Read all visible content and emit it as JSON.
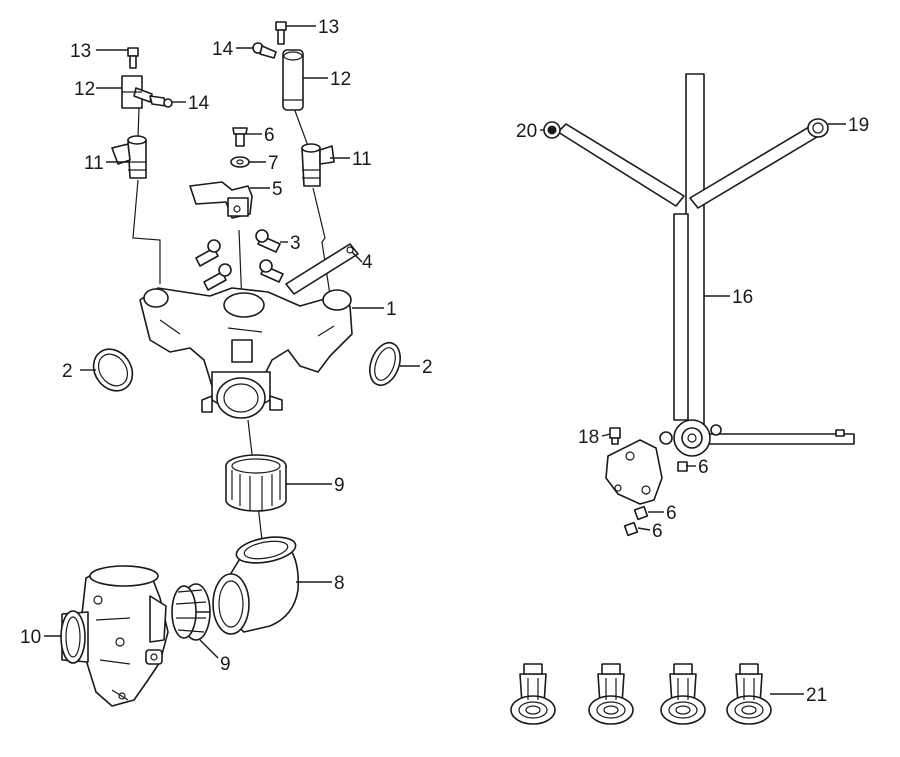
{
  "callouts": {
    "c1": "1",
    "c2_left": "2",
    "c2_right": "2",
    "c3": "3",
    "c4": "4",
    "c5": "5",
    "c6_top": "6",
    "c6_a": "6",
    "c6_b": "6",
    "c6_c": "6",
    "c7": "7",
    "c8": "8",
    "c9_top": "9",
    "c9_bottom": "9",
    "c10": "10",
    "c11_left": "11",
    "c11_right": "11",
    "c12_left": "12",
    "c12_right": "12",
    "c13_left": "13",
    "c13_right": "13",
    "c14_left": "14",
    "c14_right": "14",
    "c16": "16",
    "c18": "18",
    "c19": "19",
    "c20": "20",
    "c21": "21"
  },
  "colors": {
    "line": "#1a1a1a",
    "background": "#ffffff"
  }
}
